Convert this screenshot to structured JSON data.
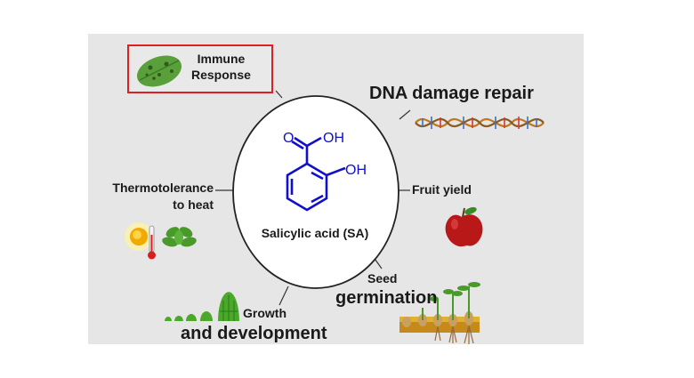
{
  "center": {
    "compound_name": "Salicylic acid (SA)",
    "formula_labels": {
      "carboxyl_o": "O",
      "carboxyl_oh": "OH",
      "hydroxyl_oh": "OH"
    },
    "structure_color": "#1010cc"
  },
  "labels": {
    "immune": {
      "line1": "Immune",
      "line2": "Response"
    },
    "dna": "DNA damage repair",
    "thermo": {
      "line1": "Thermotolerance",
      "line2": "to heat"
    },
    "fruit": "Fruit yield",
    "seed": {
      "line1": "Seed",
      "line2": "germination"
    },
    "growth": {
      "line1": "Growth",
      "line2": "and development"
    }
  },
  "colors": {
    "panel_bg": "#e6e6e6",
    "highlight_border": "#e02020",
    "text": "#1a1a1a"
  },
  "icons": [
    "leaf-icon",
    "dna-helix-icon",
    "sun-icon",
    "thermometer-icon",
    "seedling-icon",
    "apple-icon",
    "germinating-seeds-icon",
    "growth-stages-icon"
  ]
}
